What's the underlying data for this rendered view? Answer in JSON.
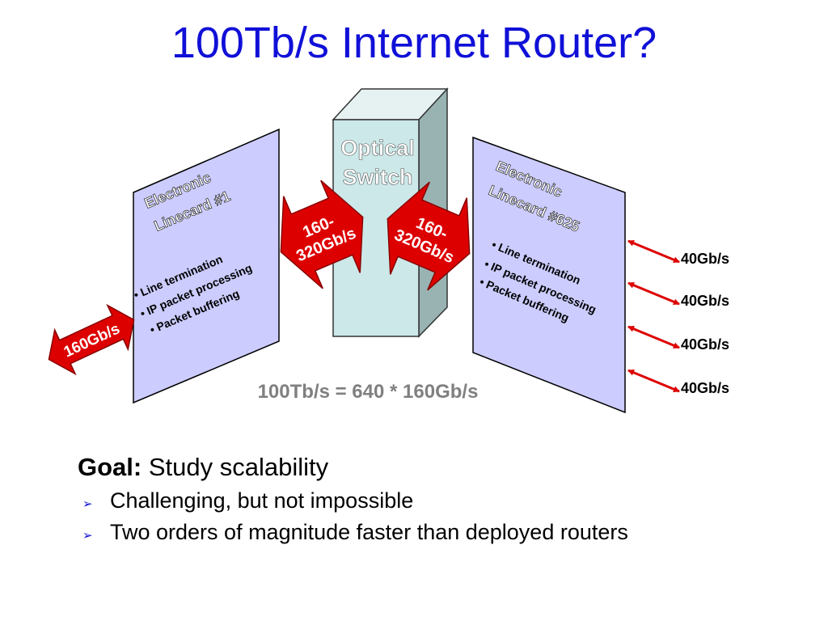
{
  "slide": {
    "title": "100Tb/s Internet Router?"
  },
  "optical_switch": {
    "label_line1": "Optical",
    "label_line2": "Switch"
  },
  "linecard_left": {
    "title_line1": "Electronic",
    "title_line2": "Linecard #1",
    "bullets": [
      "• Line termination",
      "• IP packet processing",
      "• Packet buffering"
    ]
  },
  "linecard_right": {
    "title_line1": "Electronic",
    "title_line2": "Linecard #625",
    "bullets": [
      "• Line termination",
      "• IP packet processing",
      "• Packet buffering"
    ]
  },
  "links": {
    "left_input_label": "160Gb/s",
    "switch_left_label_line1": "160-",
    "switch_left_label_line2": "320Gb/s",
    "switch_right_label_line1": "160-",
    "switch_right_label_line2": "320Gb/s",
    "port_labels": [
      "40Gb/s",
      "40Gb/s",
      "40Gb/s",
      "40Gb/s"
    ]
  },
  "equation": "100Tb/s = 640 * 160Gb/s",
  "goal": {
    "label": "Goal:",
    "text": " Study scalability",
    "items": [
      "Challenging, but not impossible",
      "Two orders of magnitude faster than deployed routers"
    ]
  },
  "colors": {
    "title": "#1010d8",
    "linecard_fill": "#ccccff",
    "switch_front": "#cce8e8",
    "switch_side": "#99b3b3",
    "arrow_red": "#dd0000",
    "equation": "#808080"
  }
}
